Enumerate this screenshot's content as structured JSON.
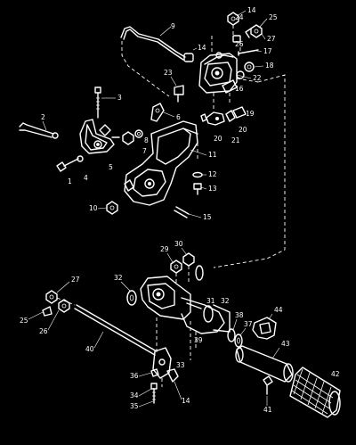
{
  "callouts": {
    "c1": "1",
    "c2": "2",
    "c3": "3",
    "c4": "4",
    "c5": "5",
    "c6": "6",
    "c7": "7",
    "c8": "8",
    "c9": "9",
    "c10": "10",
    "c11": "11",
    "c12": "12",
    "c13": "13",
    "c14a": "14",
    "c14b": "14",
    "c14c": "14",
    "c15": "15",
    "c16": "16",
    "c17": "17",
    "c18": "18",
    "c19": "19",
    "c20a": "20",
    "c20b": "20",
    "c21": "21",
    "c22": "22",
    "c23": "23",
    "c24": "24",
    "c25a": "25",
    "c25b": "25",
    "c26a": "26",
    "c26b": "26",
    "c27a": "27",
    "c27b": "27",
    "c29": "29",
    "c30": "30",
    "c31": "31",
    "c32a": "32",
    "c32b": "32",
    "c33": "33",
    "c34": "34",
    "c35": "35",
    "c36": "36",
    "c37": "37",
    "c38": "38",
    "c39": "39",
    "c40": "40",
    "c41": "41",
    "c42": "42",
    "c43": "43",
    "c44": "44"
  },
  "colors": {
    "background": "#000000",
    "line": "#ffffff"
  }
}
